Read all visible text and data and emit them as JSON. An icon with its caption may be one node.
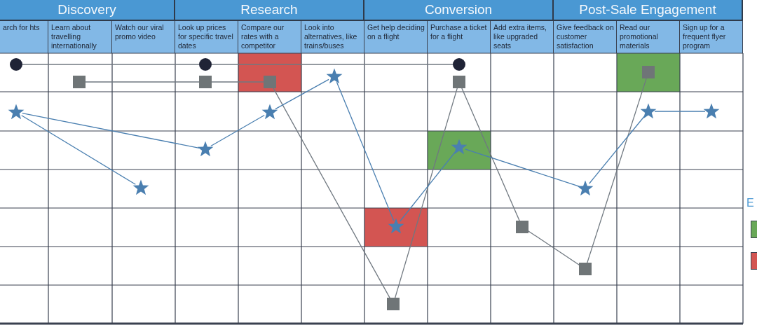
{
  "diagram": {
    "nodes": [
      {
        "text": [
          "Discovery"
        ]
      },
      {
        "text": [
          "Research"
        ]
      },
      {
        "text": [
          "Conversion"
        ]
      },
      {
        "text": [
          "Post-Sale Engagement"
        ]
      },
      {
        "text": [
          "arch for hts"
        ]
      },
      {
        "text": [
          "Learn about travelling internationally"
        ]
      },
      {
        "text": [
          "Watch our viral promo video"
        ]
      },
      {
        "text": [
          "Look up prices for specific travel dates"
        ]
      },
      {
        "text": [
          "Compare our rates with a competitor"
        ]
      },
      {
        "text": [
          "Look into alternatives, like trains/buses"
        ]
      },
      {
        "text": [
          "Get help deciding on a flight"
        ]
      },
      {
        "text": [
          "Purchase a ticket for a flight"
        ]
      },
      {
        "text": [
          "Add extra items, like upgraded seats"
        ]
      },
      {
        "text": [
          "Give feedback on customer satisfaction"
        ]
      },
      {
        "text": [
          "Read our promotional materials"
        ]
      },
      {
        "text": [
          "Sign up for a frequent flyer program"
        ]
      },
      {
        "text": [],
        "shape": "circle"
      },
      {
        "text": [],
        "shape": "circle"
      },
      {
        "text": [],
        "shape": "circle"
      },
      {
        "text": [],
        "shape": "box"
      },
      {
        "text": [],
        "shape": "box"
      },
      {
        "text": [],
        "shape": "box"
      },
      {
        "text": [],
        "shape": "box"
      },
      {
        "text": [],
        "shape": "box"
      },
      {
        "text": [],
        "shape": "box"
      },
      {
        "text": [],
        "shape": "box"
      },
      {
        "text": [],
        "shape": "box"
      },
      {
        "text": [],
        "shape": "star"
      },
      {
        "text": [],
        "shape": "star"
      },
      {
        "text": [],
        "shape": "star"
      },
      {
        "text": [],
        "shape": "star"
      },
      {
        "text": [],
        "shape": "star"
      },
      {
        "text": [],
        "shape": "star"
      },
      {
        "text": [],
        "shape": "star"
      },
      {
        "text": [],
        "shape": "star"
      },
      {
        "text": [],
        "shape": "star"
      },
      {
        "text": [],
        "shape": "star"
      }
    ],
    "edges": [
      {
        "from": 16,
        "to": 17,
        "arrow": "none",
        "color": "#707880"
      },
      {
        "from": 17,
        "to": 18,
        "arrow": "none",
        "color": "#707880"
      },
      {
        "from": 19,
        "to": 20,
        "arrow": "none",
        "color": "#707880"
      },
      {
        "from": 20,
        "to": 21,
        "arrow": "none",
        "color": "#707880"
      },
      {
        "from": 21,
        "to": 22,
        "arrow": "none",
        "color": "#707880"
      },
      {
        "from": 22,
        "to": 23,
        "arrow": "none",
        "color": "#707880"
      },
      {
        "from": 23,
        "to": 24,
        "arrow": "none",
        "color": "#707880"
      },
      {
        "from": 24,
        "to": 25,
        "arrow": "none",
        "color": "#707880"
      },
      {
        "from": 25,
        "to": 26,
        "arrow": "none",
        "color": "#707880"
      },
      {
        "from": 27,
        "to": 28,
        "arrow": "none"
      },
      {
        "from": 27,
        "to": 29,
        "arrow": "none"
      },
      {
        "from": 29,
        "to": 30,
        "arrow": "none"
      },
      {
        "from": 30,
        "to": 31,
        "arrow": "none"
      },
      {
        "from": 31,
        "to": 32,
        "arrow": "none"
      },
      {
        "from": 32,
        "to": 33,
        "arrow": "none"
      },
      {
        "from": 33,
        "to": 34,
        "arrow": "none"
      },
      {
        "from": 34,
        "to": 35,
        "arrow": "none"
      },
      {
        "from": 35,
        "to": 36,
        "arrow": "none"
      }
    ],
    "labels": [
      "E"
    ]
  }
}
